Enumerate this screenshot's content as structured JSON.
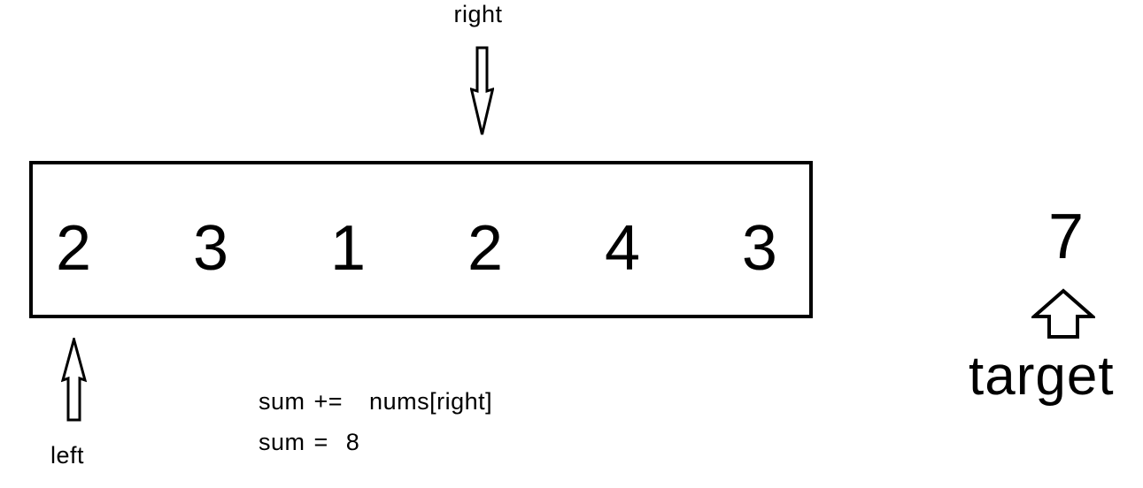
{
  "diagram": {
    "description": "sliding window two-pointer illustration over an integer array",
    "colors": {
      "ink": "#000000",
      "background": "#ffffff"
    }
  },
  "pointers": {
    "right_label": "right",
    "left_label": "left"
  },
  "array_box": {
    "values": [
      "2",
      "3",
      "1",
      "2",
      "4",
      "3"
    ]
  },
  "code": {
    "line1": "sum +=   nums[right]",
    "line2": "sum =  8"
  },
  "target": {
    "value": "7",
    "label": "target"
  }
}
